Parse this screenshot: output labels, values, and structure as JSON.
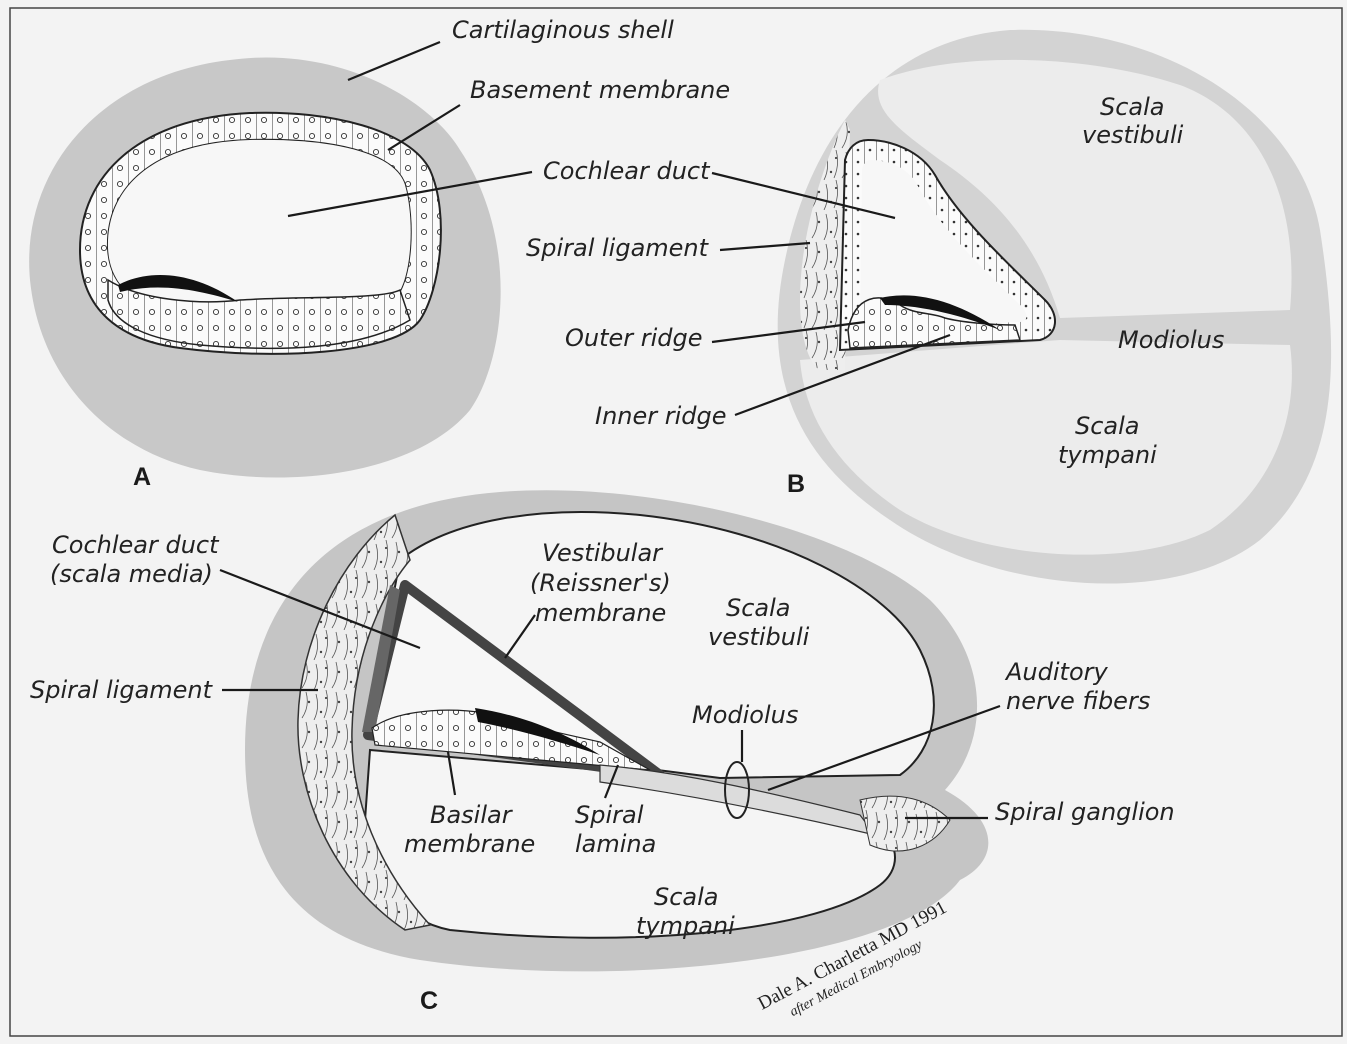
{
  "panels": {
    "a": {
      "letter": "A",
      "labels": {
        "cartilaginous_shell": "Cartilaginous shell",
        "basement_membrane": "Basement membrane",
        "cochlear_duct": "Cochlear duct"
      }
    },
    "b": {
      "letter": "B",
      "labels": {
        "scala_vestibuli": [
          "Scala",
          "vestibuli"
        ],
        "spiral_ligament": "Spiral ligament",
        "outer_ridge": "Outer ridge",
        "inner_ridge": "Inner ridge",
        "modiolus": "Modiolus",
        "scala_tympani": [
          "Scala",
          "tympani"
        ]
      }
    },
    "c": {
      "letter": "C",
      "labels": {
        "cochlear_duct": [
          "Cochlear duct",
          "(scala media)"
        ],
        "vestibular_membrane": [
          "Vestibular",
          "(Reissner's)",
          "membrane"
        ],
        "scala_vestibuli": [
          "Scala",
          "vestibuli"
        ],
        "spiral_ligament": "Spiral ligament",
        "auditory_nerve_fibers": [
          "Auditory",
          "nerve fibers"
        ],
        "modiolus": "Modiolus",
        "spiral_ganglion": "Spiral ganglion",
        "basilar_membrane": [
          "Basilar",
          "membrane"
        ],
        "spiral_lamina": [
          "Spiral",
          "lamina"
        ],
        "scala_tympani": [
          "Scala",
          "tympani"
        ]
      }
    }
  },
  "signature": {
    "line1": "Dale A. Charletta MD 1991",
    "line2": "after Medical Embryology"
  }
}
